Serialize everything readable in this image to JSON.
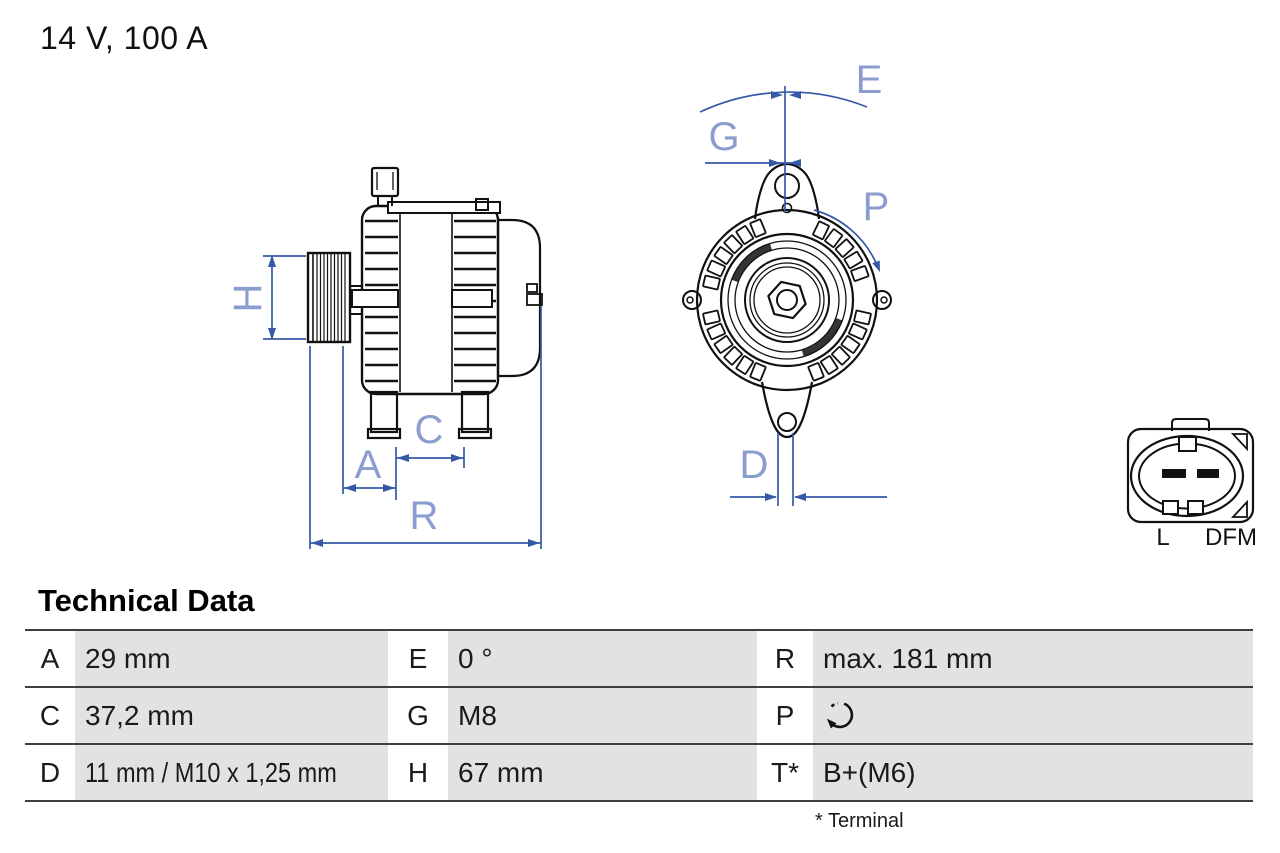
{
  "header": {
    "rating": "14 V, 100 A"
  },
  "drawing": {
    "side_view": {
      "labels": {
        "h": "H",
        "a": "A",
        "c": "C",
        "r": "R"
      }
    },
    "front_view": {
      "labels": {
        "e": "E",
        "g": "G",
        "p": "P",
        "d": "D"
      }
    },
    "connector": {
      "labels": {
        "left": "L",
        "right": "DFM"
      }
    }
  },
  "table": {
    "title": "Technical Data",
    "rows": [
      {
        "cells": [
          {
            "key": "A",
            "value": "29 mm"
          },
          {
            "key": "E",
            "value": "0 °"
          },
          {
            "key": "R",
            "value": "max. 181 mm"
          }
        ]
      },
      {
        "cells": [
          {
            "key": "C",
            "value": "37,2 mm"
          },
          {
            "key": "G",
            "value": "M8"
          },
          {
            "key": "P",
            "value": "",
            "icon": "rotation-clockwise-icon"
          }
        ]
      },
      {
        "cells": [
          {
            "key": "D",
            "value": "11 mm / M10 x 1,25 mm"
          },
          {
            "key": "H",
            "value": "67 mm"
          },
          {
            "key": "T*",
            "value": "B+(M6)"
          }
        ]
      }
    ],
    "footnote": "* Terminal"
  },
  "colors": {
    "dimension_line": "#3559A6",
    "dimension_letter": "#8B9CCE",
    "drawing_line": "#111111",
    "table_cell_bg": "#E2E2E2",
    "table_rule": "#3F3F3F"
  }
}
